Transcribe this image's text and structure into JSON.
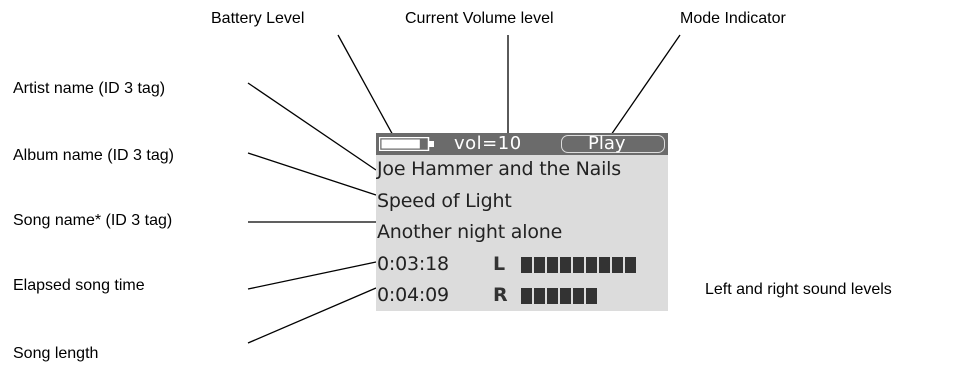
{
  "annotations": {
    "battery_level": "Battery Level",
    "current_volume": "Current Volume level",
    "mode_indicator": "Mode Indicator",
    "artist_name": "Artist name (ID 3 tag)",
    "album_name": "Album name (ID 3 tag)",
    "song_name": "Song name* (ID 3 tag)",
    "elapsed_time": "Elapsed song time",
    "song_length": "Song length",
    "sound_levels": "Left and right sound levels"
  },
  "display": {
    "volume": "vol=10",
    "mode": "Play",
    "artist": "Joe Hammer and the Nails",
    "album": "Speed of Light",
    "song": "Another night alone",
    "elapsed": "0:03:18",
    "length": "0:04:09",
    "left_label": "L",
    "right_label": "R",
    "left_level_segments": 9,
    "right_level_segments": 6,
    "battery_fill_fraction": 0.85
  },
  "colors": {
    "lcd_background": "#dcdcdc",
    "lcd_bar": "#6b6b6b",
    "lcd_text": "#222222",
    "leader_lines": "#000000"
  }
}
